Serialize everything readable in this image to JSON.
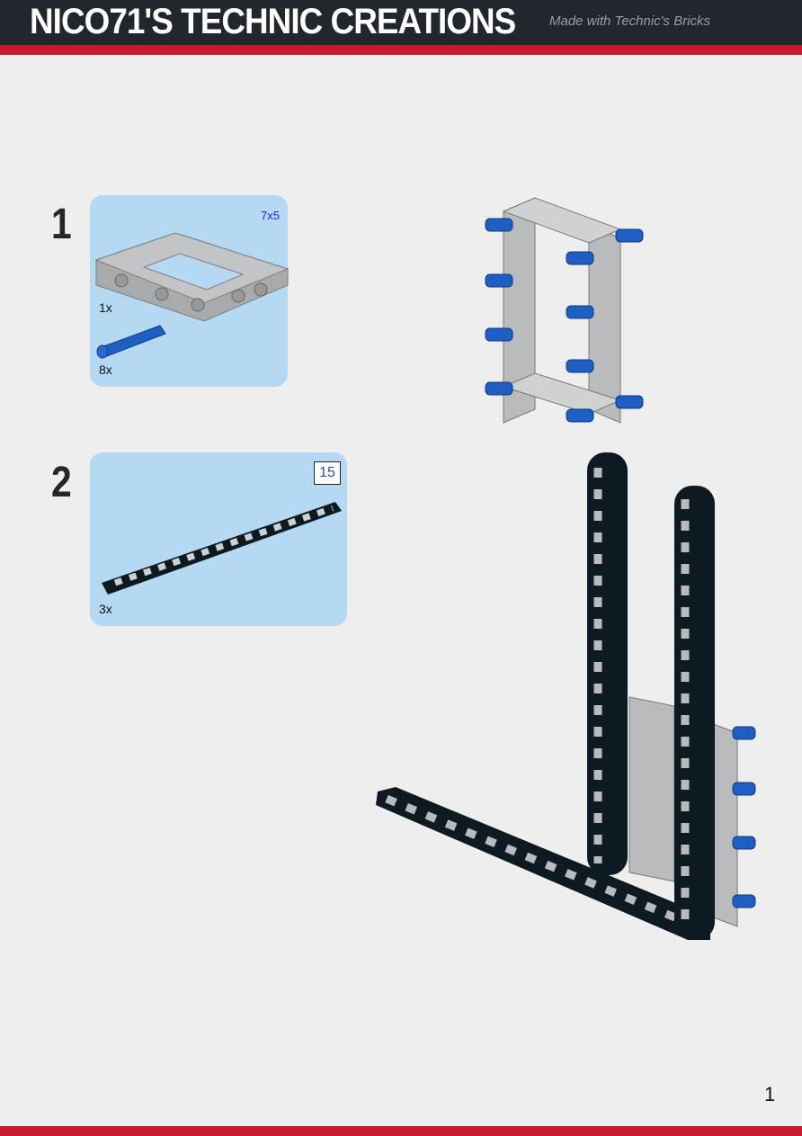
{
  "header": {
    "title": "NICO71'S TECHNIC CREATIONS",
    "subtitle": "Made with Technic's Bricks"
  },
  "colors": {
    "header_bg": "#22262d",
    "accent_red": "#c8192e",
    "parts_box": "#b5d9f2",
    "part_gray": "#a8aaab",
    "part_blue": "#1f5fc4",
    "part_black": "#0e1a22"
  },
  "steps": [
    {
      "number": "1",
      "parts": [
        {
          "qty": "1x",
          "size_label": "7x5",
          "part": "open-frame-7x5"
        },
        {
          "qty": "8x",
          "part": "blue-pin"
        }
      ]
    },
    {
      "number": "2",
      "parts": [
        {
          "qty": "3x",
          "size_label": "15",
          "part": "liftarm-15"
        }
      ]
    }
  ],
  "page_number": "1"
}
